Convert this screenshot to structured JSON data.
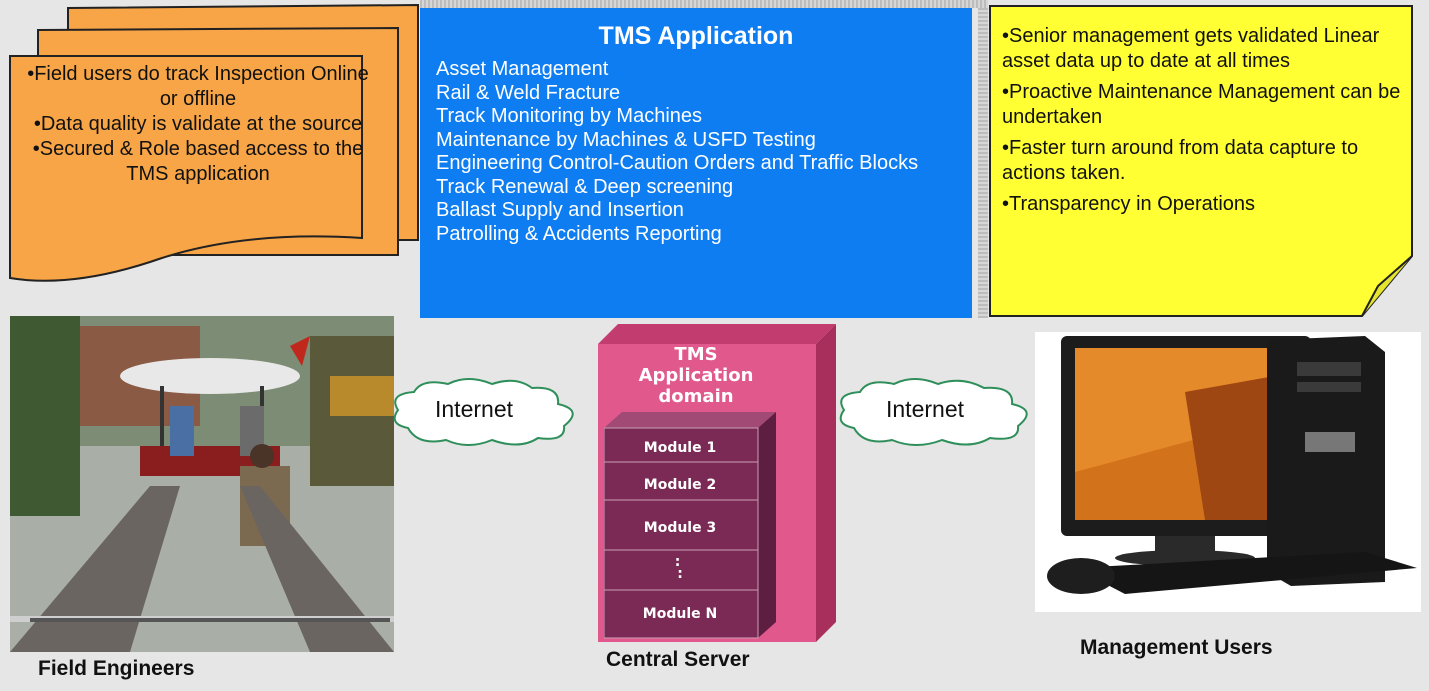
{
  "field_box": {
    "lines": [
      "•Field users do track Inspection Online or offline",
      "•Data quality is validate at the source",
      "•Secured & Role based access to the TMS application"
    ]
  },
  "tms_panel": {
    "title": "TMS Application",
    "items": [
      "Asset Management",
      "Rail & Weld Fracture",
      "Track Monitoring by Machines",
      "Maintenance by Machines & USFD Testing",
      "Engineering Control-Caution Orders and Traffic Blocks",
      "Track Renewal & Deep screening",
      "Ballast Supply and Insertion",
      "Patrolling & Accidents Reporting"
    ]
  },
  "management_box": {
    "lines": [
      "•Senior management gets validated Linear asset data up to date at all times",
      "•Proactive Maintenance Management can be undertaken",
      "•Faster turn around from data capture to actions taken.",
      "•Transparency in Operations"
    ]
  },
  "server": {
    "title_lines": [
      "TMS",
      "Application",
      "domain"
    ],
    "modules": [
      "Module 1",
      "Module 2",
      "Module 3",
      ": \n:",
      "Module N"
    ]
  },
  "clouds": {
    "left_label": "Internet",
    "right_label": "Internet"
  },
  "captions": {
    "field": "Field Engineers",
    "server": "Central Server",
    "management": "Management Users"
  },
  "colors": {
    "orange": "#f7a546",
    "blue": "#0f7df2",
    "yellow": "#ffff33",
    "server_pink": "#e0588c",
    "module_purple": "#7a2a55"
  }
}
